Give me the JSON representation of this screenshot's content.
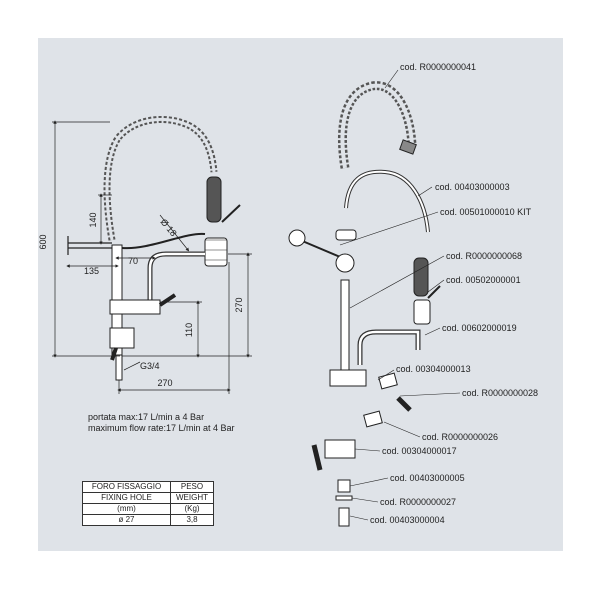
{
  "dimensions": {
    "height_600": "600",
    "d140": "140",
    "d135": "135",
    "d70": "70",
    "dia18": "Ø 18",
    "d270_vertical": "270",
    "d110": "110",
    "g34": "G3/4",
    "d270_horizontal": "270"
  },
  "flow_note": {
    "line_it": "portata max:17 L/min a 4 Bar",
    "line_en": "maximum flow rate:17 L/min at 4 Bar"
  },
  "spec_table": {
    "col1_header": [
      "FORO FISSAGGIO",
      "FIXING HOLE",
      "(mm)"
    ],
    "col2_header": [
      "PESO",
      "WEIGHT",
      "(Kg)"
    ],
    "col1_value": "ø 27",
    "col2_value": "3,8"
  },
  "part_codes": [
    "cod. R0000000041",
    "cod. 00403000003",
    "cod. 00501000010 KIT",
    "cod. R0000000068",
    "cod. 00502000001",
    "cod. 00602000019",
    "cod. 00304000013",
    "cod. R0000000028",
    "cod. R0000000026",
    "cod. 00304000017",
    "cod. 00403000005",
    "cod. R0000000027",
    "cod. 00403000004"
  ]
}
